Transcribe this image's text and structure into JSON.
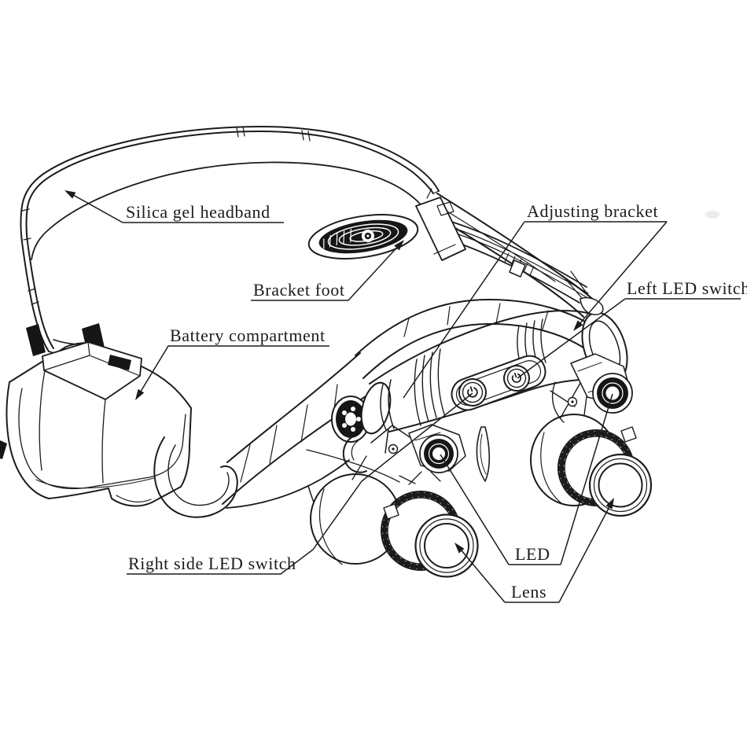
{
  "diagram": {
    "type": "technical-illustration",
    "subject": "head-mounted LED magnifier glasses, exploded callout view",
    "background_color": "#ffffff",
    "line_color": "#1c1c1c",
    "labels": {
      "silica_gel_headband": "Silica gel headband",
      "bracket_foot": "Bracket foot",
      "battery_compartment": "Battery compartment",
      "adjusting_bracket": "Adjusting bracket",
      "left_led_switch": "Left LED switch",
      "right_side_led_switch": "Right side LED switch",
      "led": "LED",
      "lens": "Lens"
    }
  }
}
